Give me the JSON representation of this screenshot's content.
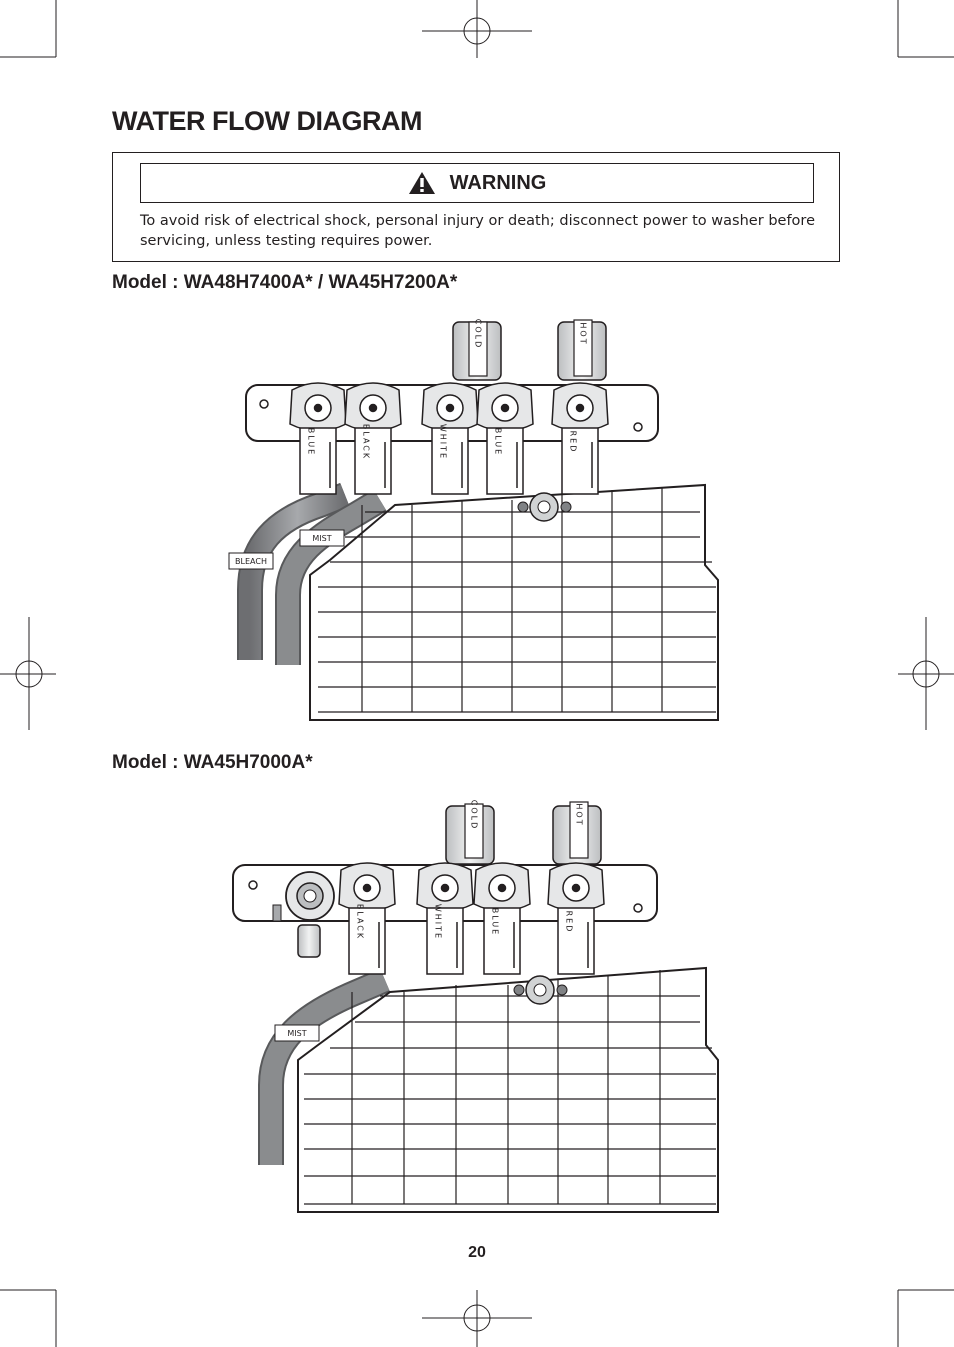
{
  "page": {
    "title": "WATER FLOW DIAGRAM",
    "page_number": "20"
  },
  "warning": {
    "label": "WARNING",
    "icon": "warning-triangle-icon",
    "text": "To avoid risk of electrical shock, personal injury or death; disconnect power to washer before servicing, unless testing requires power."
  },
  "diagram1": {
    "model_title": "Model : WA48H7400A* / WA45H7200A*",
    "inlet_cold": "COLD",
    "inlet_hot": "HOT",
    "hose_bleach": "BLEACH",
    "hose_mist": "MIST",
    "valves": [
      {
        "wire": "BLUE"
      },
      {
        "wire": "BLACK"
      },
      {
        "wire": "WHITE"
      },
      {
        "wire": "BLUE"
      },
      {
        "wire": "RED"
      }
    ]
  },
  "diagram2": {
    "model_title": "Model : WA45H7000A*",
    "inlet_cold": "COLD",
    "inlet_hot": "HOT",
    "hose_mist": "MIST",
    "valves": [
      {
        "wire": "BLACK"
      },
      {
        "wire": "WHITE"
      },
      {
        "wire": "BLUE"
      },
      {
        "wire": "RED"
      }
    ]
  }
}
